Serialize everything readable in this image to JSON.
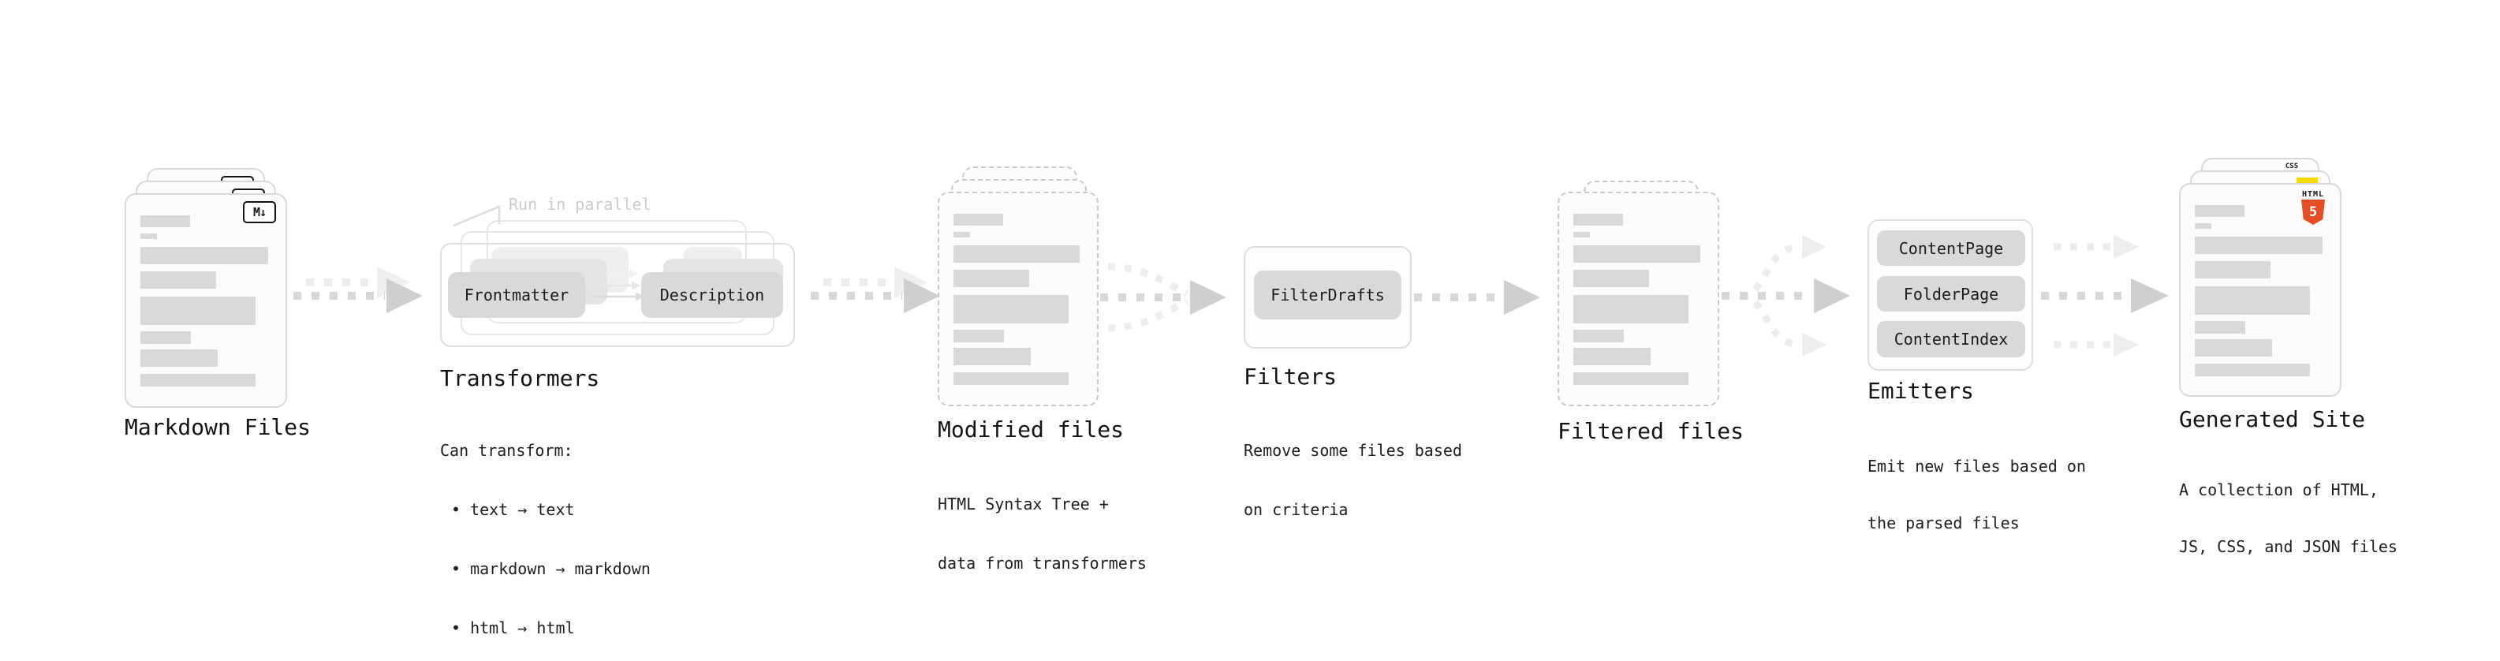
{
  "stages": {
    "markdown": {
      "title": "Markdown Files",
      "file_badge": "M↓"
    },
    "transformers": {
      "title": "Transformers",
      "annotation": "Run in parallel",
      "pills": [
        "Frontmatter",
        "Description"
      ],
      "desc": [
        "Can transform:",
        "• text → text",
        "• markdown → markdown",
        "• html → html"
      ]
    },
    "modified": {
      "title": "Modified files",
      "desc": [
        "HTML Syntax Tree +",
        "data from transformers"
      ]
    },
    "filters": {
      "title": "Filters",
      "pills": [
        "FilterDrafts"
      ],
      "desc": [
        "Remove some files based",
        "on criteria"
      ]
    },
    "filtered": {
      "title": "Filtered files"
    },
    "emitters": {
      "title": "Emitters",
      "pills": [
        "ContentPage",
        "FolderPage",
        "ContentIndex"
      ],
      "desc": [
        "Emit new files based on",
        "the parsed files"
      ]
    },
    "generated": {
      "title": "Generated Site",
      "desc": [
        "A collection of HTML,",
        "JS, CSS, and JSON files"
      ],
      "file_badges": {
        "css_label": "CSS",
        "html_label": "HTML",
        "html_number": "5"
      }
    }
  },
  "brand_colors": {
    "html5_orange": "#e44d26",
    "js_yellow": "#f7dc00",
    "css_blue": "#2965f1",
    "card_grey": "#d9d9d9",
    "arrow_dark": "#d7d7d7",
    "arrow_light": "#ededed"
  }
}
